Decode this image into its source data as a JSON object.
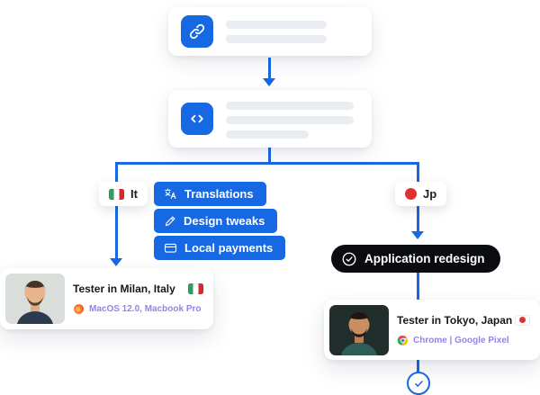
{
  "meta": {
    "accent_blue": "#1668E3",
    "pill_black": "#0b0c10",
    "subtitle_purple": "#8F86E8"
  },
  "workflow": {
    "step1": {
      "icon": "link-icon",
      "skeleton_lines": 2
    },
    "step2": {
      "icon": "code-icon",
      "skeleton_lines": 3
    }
  },
  "left_branch": {
    "badge_label": "It",
    "badge_flag": "italy-flag-icon",
    "tasks": [
      {
        "icon": "translate-icon",
        "label": "Translations"
      },
      {
        "icon": "pen-icon",
        "label": "Design tweaks"
      },
      {
        "icon": "payment-card-icon",
        "label": "Local payments"
      }
    ],
    "tester": {
      "title": "Tester in Milan, Italy",
      "subtitle": "MacOS 12.0, Macbook Pro",
      "flag": "italy-flag-icon",
      "browser": "firefox-icon"
    }
  },
  "right_branch": {
    "badge_label": "Jp",
    "badge_flag": "japan-flag-icon",
    "task": {
      "icon": "check-circle-icon",
      "label": "Application redesign"
    },
    "tester": {
      "title": "Tester in Tokyo, Japan",
      "subtitle": "Chrome | Google Pixel",
      "flag": "japan-flag-icon",
      "browser": "chrome-icon"
    }
  }
}
